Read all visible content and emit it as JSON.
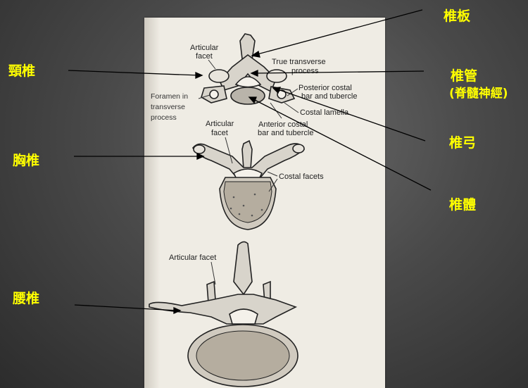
{
  "plate_labels": {
    "cervical_articular_facet": [
      "Articular",
      "facet"
    ],
    "true_transverse_process": [
      "True transverse",
      "process"
    ],
    "posterior_costal_bar": [
      "Posterior costal",
      "bar and tubercle"
    ],
    "foramen_transverse": [
      "Foramen in",
      "transverse",
      "process"
    ],
    "costal_lamella": "Costal lamella",
    "anterior_costal_bar": [
      "Anterior costal",
      "bar and tubercle"
    ],
    "thoracic_articular_facet": [
      "Articular",
      "facet"
    ],
    "costal_facets": "Costal facets",
    "lumbar_articular_facet": "Articular facet"
  },
  "annotations": {
    "cervical": "頸椎",
    "thoracic": "胸椎",
    "lumbar": "腰椎",
    "lamina": "椎板",
    "canal": "椎管",
    "canal_note": "(脊髓神經)",
    "arch": "椎弓",
    "body": "椎體"
  },
  "colors": {
    "annotation_text": "#ffff00",
    "background": "#4a4a4a",
    "plate": "#efece4"
  }
}
